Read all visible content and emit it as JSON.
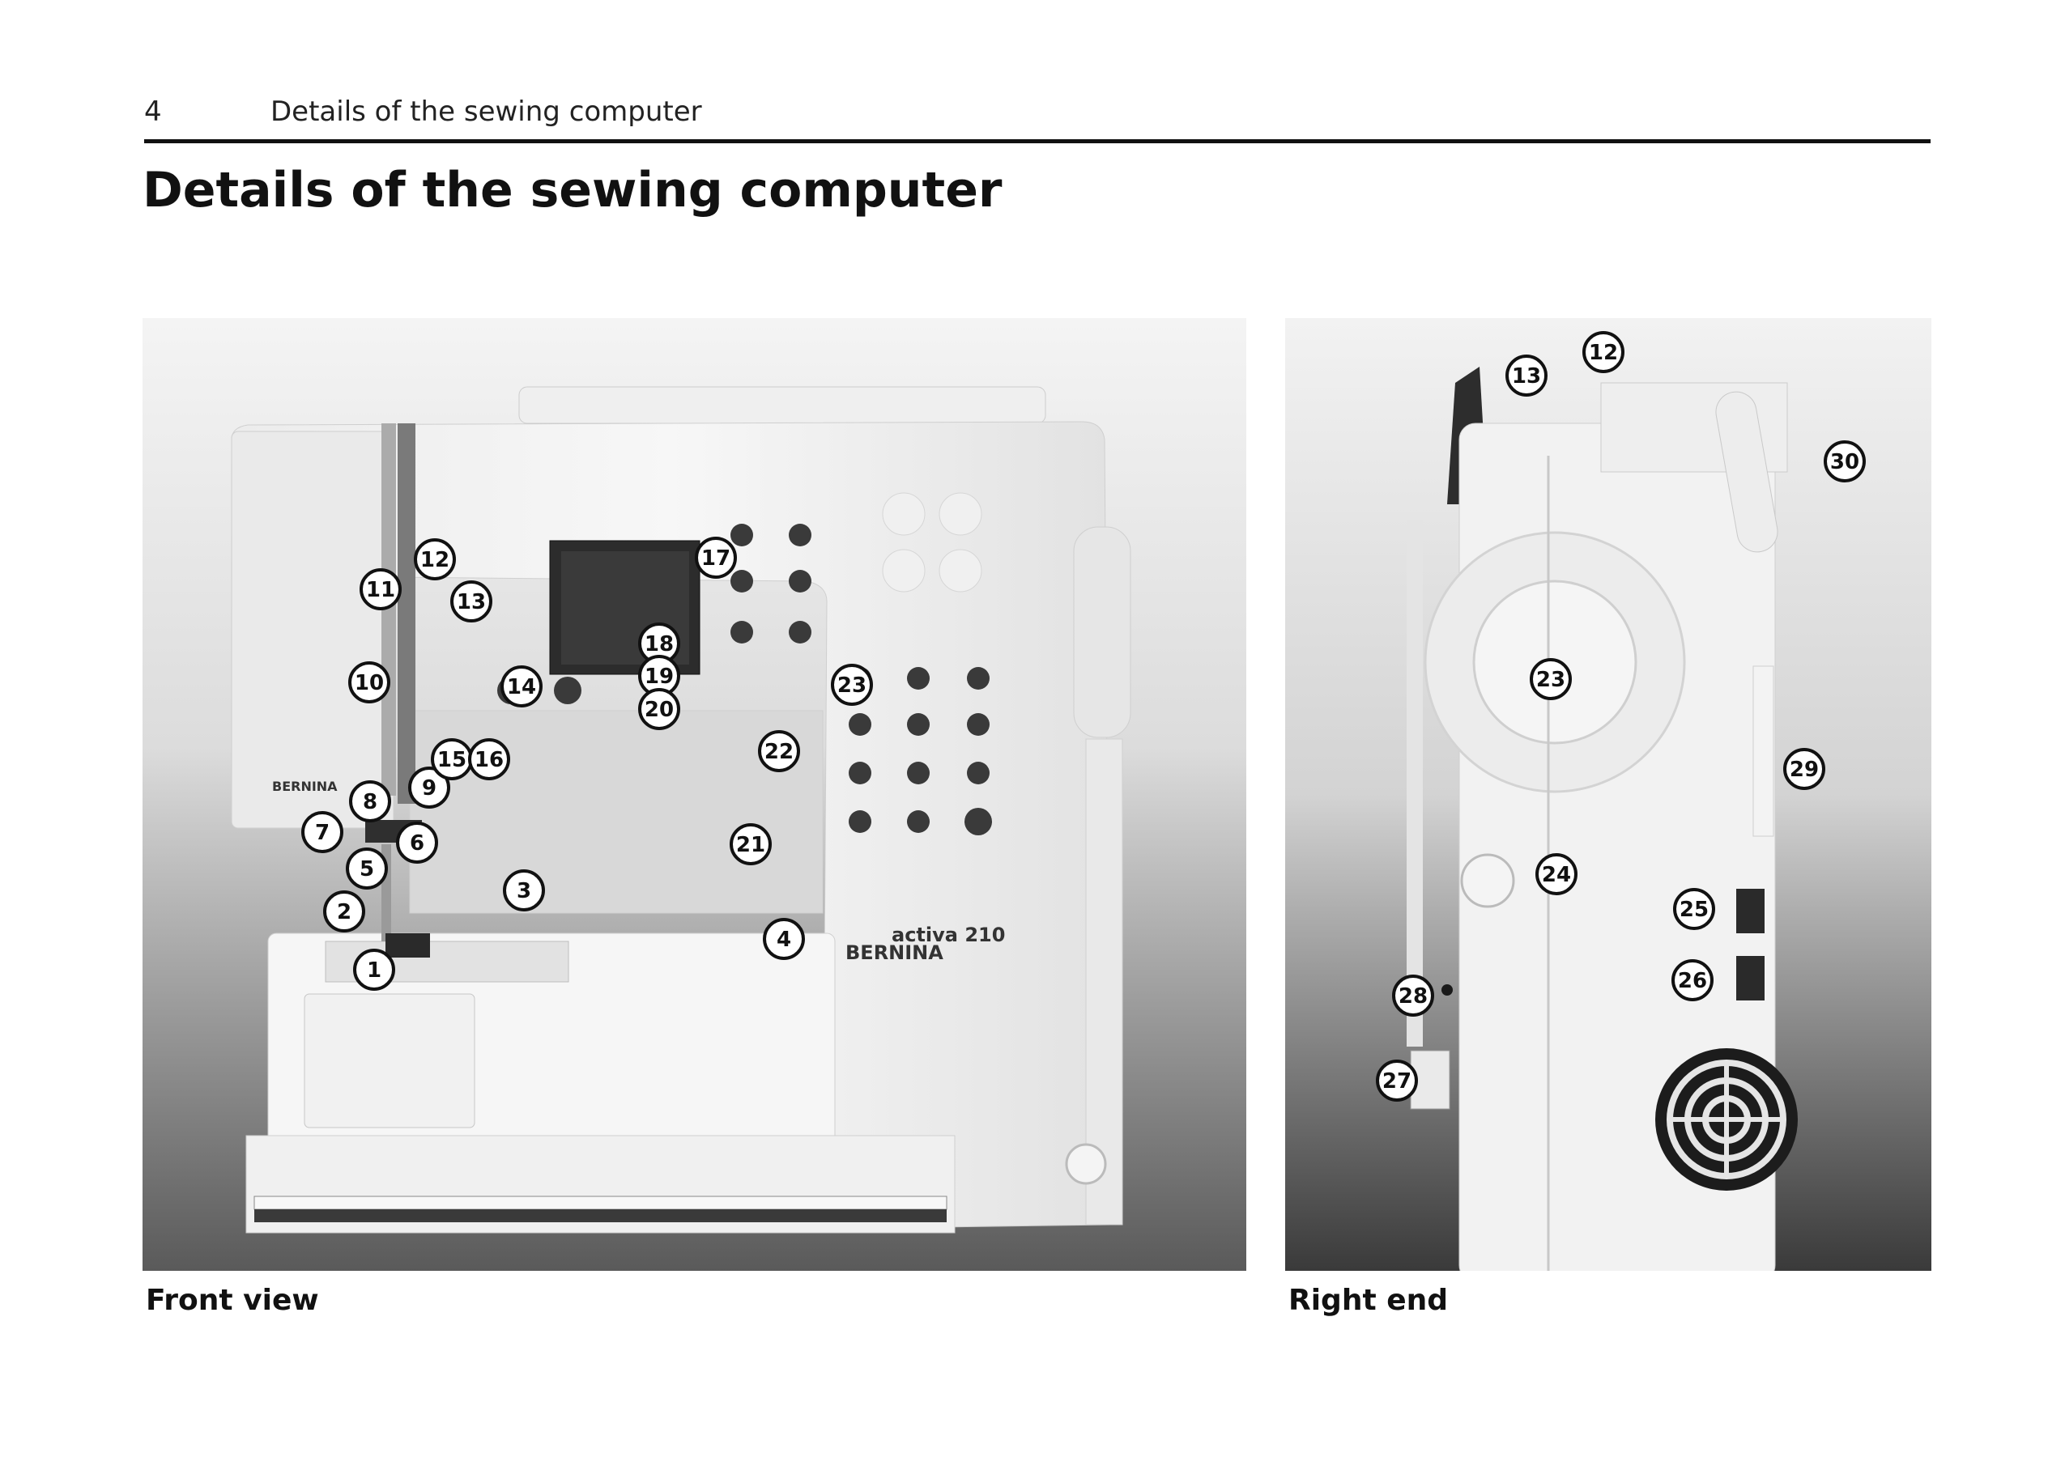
{
  "header": {
    "page_number": "4",
    "running_title": "Details of the sewing computer",
    "title": "Details of the sewing computer"
  },
  "figures": {
    "front": {
      "caption": "Front view",
      "brand_top": "BERNINA",
      "model": "activa 210",
      "brand_bottom": "BERNINA",
      "callouts": [
        "1",
        "2",
        "3",
        "4",
        "5",
        "6",
        "7",
        "8",
        "9",
        "10",
        "11",
        "12",
        "13",
        "14",
        "15",
        "16",
        "17",
        "18",
        "19",
        "20",
        "21",
        "22",
        "23"
      ]
    },
    "right": {
      "caption": "Right end",
      "callouts": [
        "12",
        "13",
        "23",
        "24",
        "25",
        "26",
        "27",
        "28",
        "29",
        "30"
      ]
    }
  },
  "colors": {
    "rule": "#111111",
    "machine": "#f2f2f2",
    "thread_guide": "#7a7a7a"
  }
}
